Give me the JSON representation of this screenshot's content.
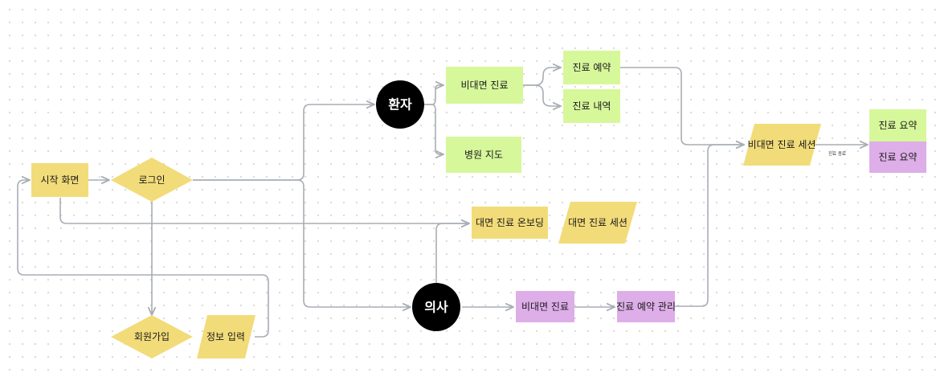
{
  "nodes": {
    "start": "시작 화면",
    "login": "로그인",
    "signup": "회원가입",
    "info_input": "정보 입력",
    "patient": "환자",
    "doctor": "의사",
    "remote_care_patient": "비대면 진료",
    "hospital_map": "병원 지도",
    "booking": "진료 예약",
    "history": "진료 내역",
    "onboarding": "대면 진료 온보딩",
    "in_person_session": "대면 진료 세션",
    "remote_care_doctor": "비대면 진료",
    "booking_manage": "진료 예약 관리",
    "remote_session": "비대면 진료 세션",
    "summary_green": "진료 요약",
    "summary_purple": "진료 요약"
  },
  "edges": {
    "session_end_label": "진료 종료"
  },
  "colors": {
    "yellow": "#f2dc79",
    "green": "#d7f79b",
    "purple": "#ddaee8",
    "black": "#000000",
    "connector": "#a8adb4"
  }
}
